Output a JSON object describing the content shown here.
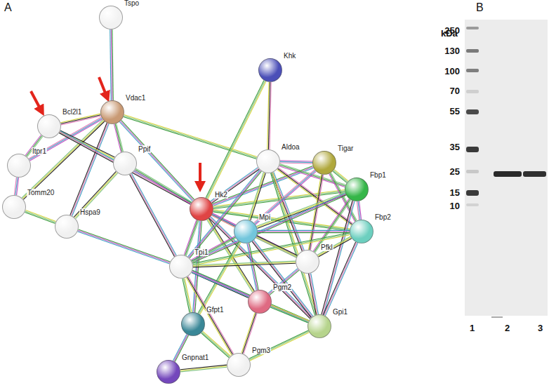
{
  "diagram": {
    "nodes": [
      {
        "text": [
          "Tspo"
        ]
      },
      {
        "text": [
          "Khk"
        ]
      },
      {
        "text": [
          "Bcl2l1"
        ]
      },
      {
        "text": [
          "Vdac1"
        ]
      },
      {
        "text": [
          "Itpr1"
        ]
      },
      {
        "text": [
          "Ppif"
        ]
      },
      {
        "text": [
          "Aldoa"
        ]
      },
      {
        "text": [
          "Tigar"
        ]
      },
      {
        "text": [
          "Fbp1"
        ]
      },
      {
        "text": [
          "Tomm20"
        ]
      },
      {
        "text": [
          "Hk2"
        ]
      },
      {
        "text": [
          "Hspa9"
        ]
      },
      {
        "text": [
          "Mpi"
        ]
      },
      {
        "text": [
          "Fbp2"
        ]
      },
      {
        "text": [
          "Pfkl"
        ]
      },
      {
        "text": [
          "Tpi1"
        ]
      },
      {
        "text": [
          "Pgm2"
        ]
      },
      {
        "text": [
          "Gpi1"
        ]
      },
      {
        "text": [
          "Gfpt1"
        ]
      },
      {
        "text": [
          "Pgm3"
        ]
      },
      {
        "text": [
          "Gnpnat1"
        ]
      }
    ],
    "edges": [
      {
        "from": 0,
        "to": 3,
        "arrow": "none"
      },
      {
        "from": 3,
        "to": 2,
        "arrow": "none"
      },
      {
        "from": 3,
        "to": 4,
        "arrow": "none"
      },
      {
        "from": 3,
        "to": 5,
        "arrow": "none"
      },
      {
        "from": 3,
        "to": 9,
        "arrow": "none"
      },
      {
        "from": 3,
        "to": 11,
        "arrow": "none"
      },
      {
        "from": 3,
        "to": 10,
        "arrow": "none"
      },
      {
        "from": 3,
        "to": 6,
        "arrow": "none"
      },
      {
        "from": 2,
        "to": 4,
        "arrow": "none"
      },
      {
        "from": 2,
        "to": 5,
        "arrow": "none"
      },
      {
        "from": 2,
        "to": 10,
        "arrow": "none"
      },
      {
        "from": 4,
        "to": 9,
        "arrow": "none"
      },
      {
        "from": 9,
        "to": 11,
        "arrow": "none"
      },
      {
        "from": 11,
        "to": 5,
        "arrow": "none"
      },
      {
        "from": 5,
        "to": 10,
        "arrow": "none"
      },
      {
        "from": 11,
        "to": 15,
        "arrow": "none"
      },
      {
        "from": 5,
        "to": 15,
        "arrow": "none"
      },
      {
        "from": 1,
        "to": 10,
        "arrow": "none"
      },
      {
        "from": 1,
        "to": 6,
        "arrow": "none"
      },
      {
        "from": 10,
        "to": 6,
        "arrow": "none"
      },
      {
        "from": 10,
        "to": 7,
        "arrow": "none"
      },
      {
        "from": 10,
        "to": 8,
        "arrow": "none"
      },
      {
        "from": 10,
        "to": 12,
        "arrow": "none"
      },
      {
        "from": 10,
        "to": 14,
        "arrow": "none"
      },
      {
        "from": 10,
        "to": 15,
        "arrow": "none"
      },
      {
        "from": 10,
        "to": 16,
        "arrow": "none"
      },
      {
        "from": 10,
        "to": 17,
        "arrow": "none"
      },
      {
        "from": 10,
        "to": 18,
        "arrow": "none"
      },
      {
        "from": 10,
        "to": 13,
        "arrow": "none"
      },
      {
        "from": 6,
        "to": 7,
        "arrow": "none"
      },
      {
        "from": 6,
        "to": 8,
        "arrow": "none"
      },
      {
        "from": 6,
        "to": 12,
        "arrow": "none"
      },
      {
        "from": 6,
        "to": 14,
        "arrow": "none"
      },
      {
        "from": 6,
        "to": 15,
        "arrow": "none"
      },
      {
        "from": 6,
        "to": 17,
        "arrow": "none"
      },
      {
        "from": 6,
        "to": 13,
        "arrow": "none"
      },
      {
        "from": 7,
        "to": 8,
        "arrow": "none"
      },
      {
        "from": 7,
        "to": 14,
        "arrow": "none"
      },
      {
        "from": 7,
        "to": 12,
        "arrow": "none"
      },
      {
        "from": 7,
        "to": 13,
        "arrow": "none"
      },
      {
        "from": 8,
        "to": 13,
        "arrow": "none"
      },
      {
        "from": 8,
        "to": 14,
        "arrow": "none"
      },
      {
        "from": 8,
        "to": 12,
        "arrow": "none"
      },
      {
        "from": 8,
        "to": 17,
        "arrow": "none"
      },
      {
        "from": 8,
        "to": 15,
        "arrow": "none"
      },
      {
        "from": 13,
        "to": 14,
        "arrow": "none"
      },
      {
        "from": 13,
        "to": 17,
        "arrow": "none"
      },
      {
        "from": 13,
        "to": 12,
        "arrow": "none"
      },
      {
        "from": 13,
        "to": 15,
        "arrow": "none"
      },
      {
        "from": 12,
        "to": 15,
        "arrow": "none"
      },
      {
        "from": 12,
        "to": 14,
        "arrow": "none"
      },
      {
        "from": 12,
        "to": 17,
        "arrow": "none"
      },
      {
        "from": 12,
        "to": 16,
        "arrow": "none"
      },
      {
        "from": 12,
        "to": 18,
        "arrow": "none"
      },
      {
        "from": 14,
        "to": 15,
        "arrow": "none"
      },
      {
        "from": 14,
        "to": 17,
        "arrow": "none"
      },
      {
        "from": 14,
        "to": 16,
        "arrow": "none"
      },
      {
        "from": 15,
        "to": 16,
        "arrow": "none"
      },
      {
        "from": 15,
        "to": 17,
        "arrow": "none"
      },
      {
        "from": 15,
        "to": 18,
        "arrow": "none"
      },
      {
        "from": 15,
        "to": 19,
        "arrow": "none"
      },
      {
        "from": 16,
        "to": 17,
        "arrow": "none"
      },
      {
        "from": 16,
        "to": 19,
        "arrow": "none"
      },
      {
        "from": 17,
        "to": 19,
        "arrow": "none"
      },
      {
        "from": 18,
        "to": 20,
        "arrow": "none"
      },
      {
        "from": 18,
        "to": 19,
        "arrow": "none"
      },
      {
        "from": 20,
        "to": 19,
        "arrow": "none"
      }
    ],
    "labels": [
      "A",
      "B",
      "kDa",
      "250",
      "130",
      "100",
      "70",
      "55",
      "35",
      "25",
      "15",
      "10",
      "1",
      "2",
      "3"
    ]
  }
}
